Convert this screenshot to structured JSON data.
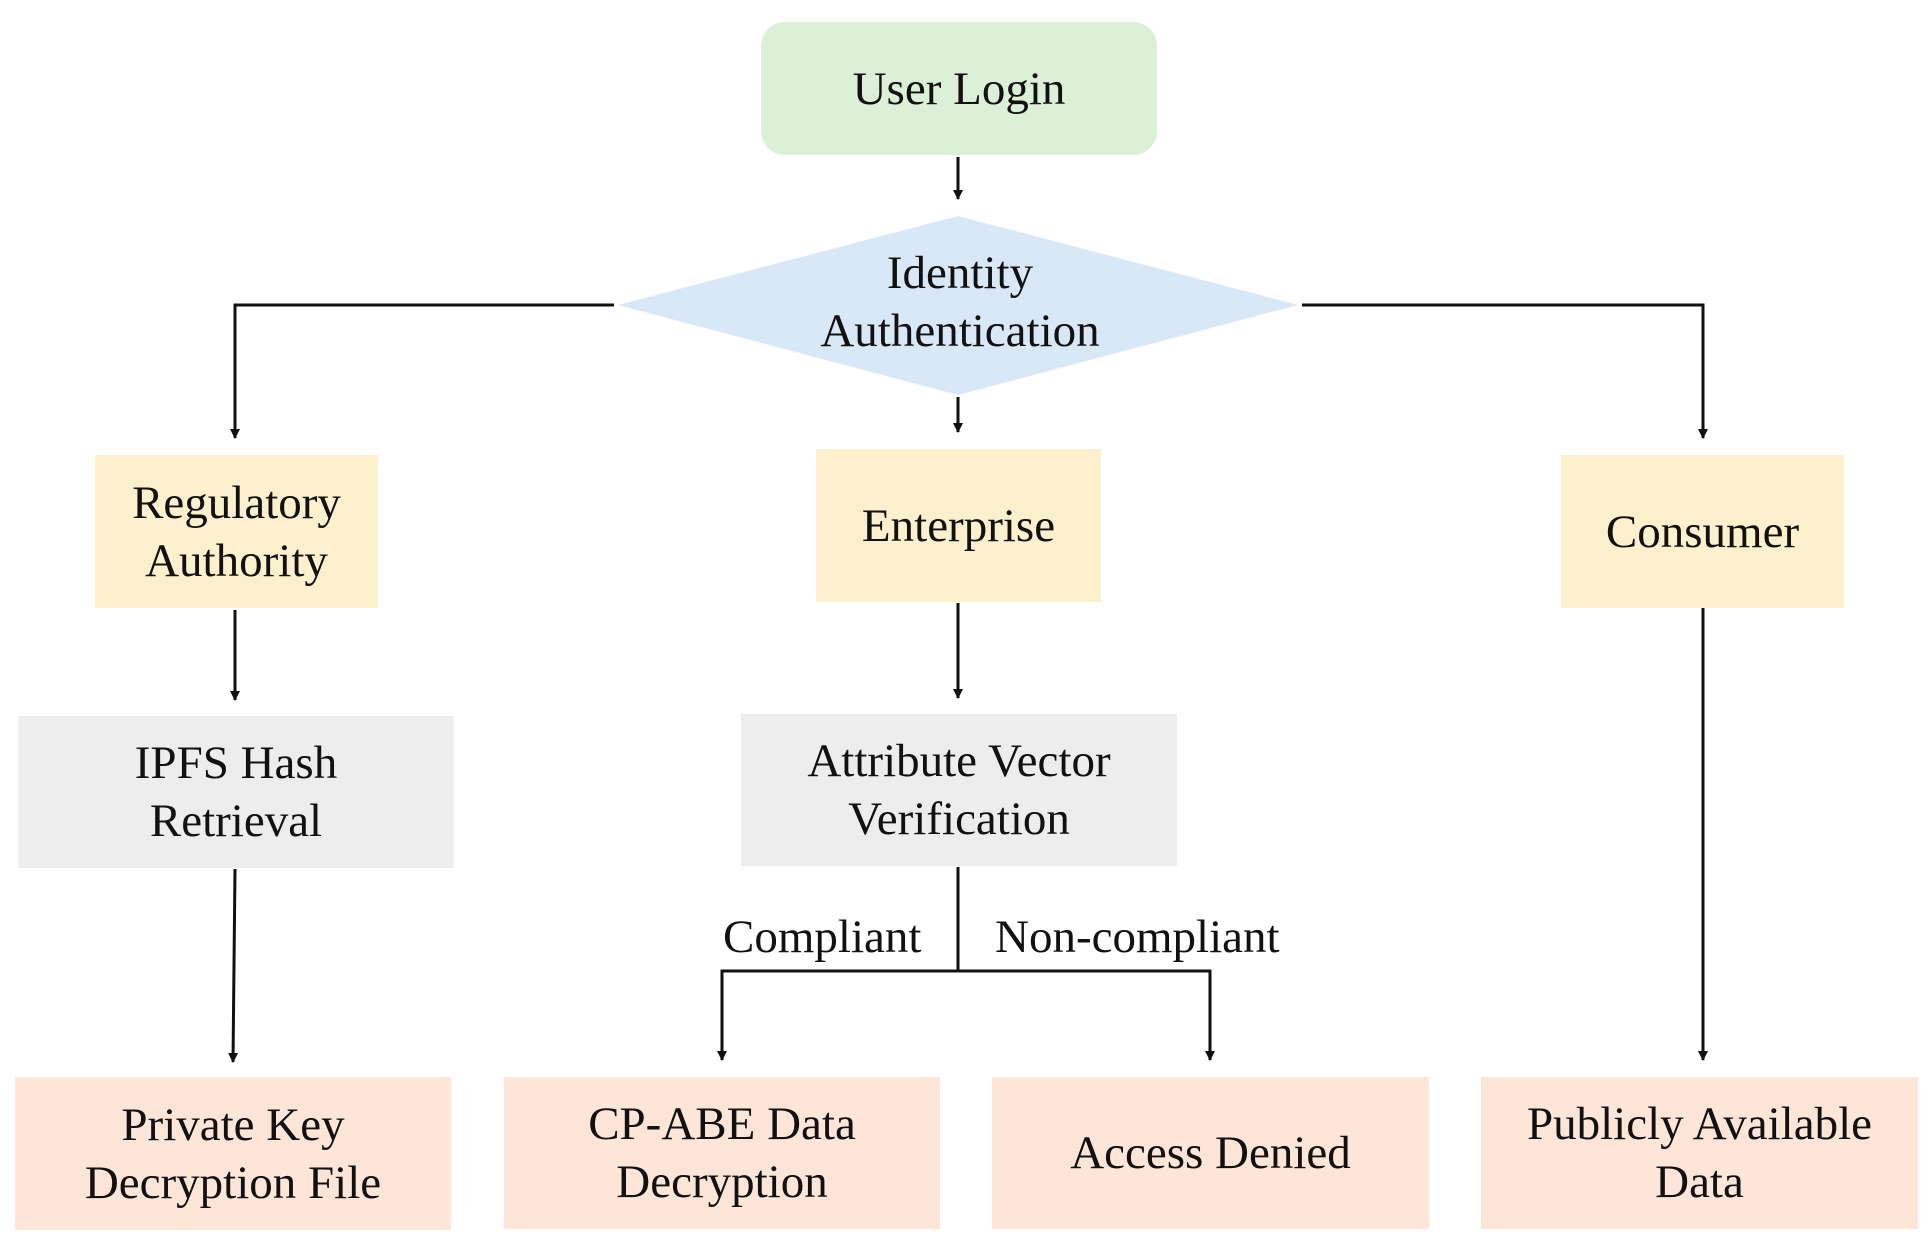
{
  "colors": {
    "start_fill": "#dcefd7",
    "decision_fill": "#d9e8f6",
    "role_fill": "#fdf0cc",
    "process_fill": "#ededed",
    "result_fill": "#fde5d8",
    "line": "#111111"
  },
  "nodes": {
    "user_login": "User Login",
    "identity_authentication": [
      "Identity",
      "Authentication"
    ],
    "regulatory_authority": [
      "Regulatory",
      "Authority"
    ],
    "enterprise": "Enterprise",
    "consumer": "Consumer",
    "ipfs_hash_retrieval": [
      "IPFS Hash",
      "Retrieval"
    ],
    "attribute_vector_verification": [
      "Attribute Vector",
      "Verification"
    ],
    "private_key_decryption_file": [
      "Private Key",
      "Decryption File"
    ],
    "cp_abe_data_decryption": [
      "CP-ABE Data",
      "Decryption"
    ],
    "access_denied": "Access Denied",
    "publicly_available_data": [
      "Publicly Available",
      "Data"
    ]
  },
  "edge_labels": {
    "compliant": "Compliant",
    "non_compliant": "Non-compliant"
  }
}
